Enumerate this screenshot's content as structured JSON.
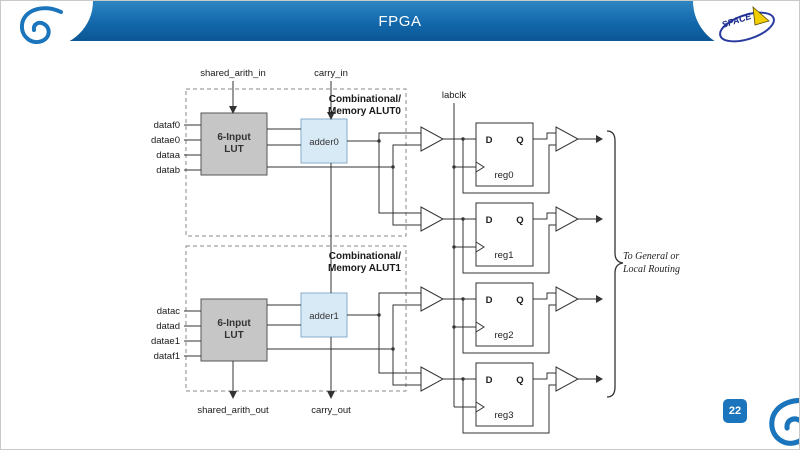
{
  "header": {
    "title": "FPGA"
  },
  "logos": {
    "space_label": "SPACE"
  },
  "footer": {
    "page_number": "22"
  },
  "colors": {
    "header_blue_top": "#2e85c3",
    "header_blue_bottom": "#0c5795",
    "accent_blue": "#1b75bc",
    "lut_fill": "#c6c6c6",
    "adder_fill": "#d9eaf7",
    "satellite_yellow": "#f2cf00"
  },
  "diagram": {
    "top_signals": {
      "shared_arith_in": "shared_arith_in",
      "carry_in": "carry_in",
      "labclk": "labclk"
    },
    "bottom_signals": {
      "shared_arith_out": "shared_arith_out",
      "carry_out": "carry_out"
    },
    "alut0": {
      "title_line1": "Combinational/",
      "title_line2": "Memory ALUT0",
      "lut_line1": "6-Input",
      "lut_line2": "LUT",
      "adder": "adder0",
      "inputs": [
        "dataf0",
        "datae0",
        "dataa",
        "datab"
      ]
    },
    "alut1": {
      "title_line1": "Combinational/",
      "title_line2": "Memory ALUT1",
      "lut_line1": "6-Input",
      "lut_line2": "LUT",
      "adder": "adder1",
      "inputs": [
        "datac",
        "datad",
        "datae1",
        "dataf1"
      ]
    },
    "registers": [
      {
        "d": "D",
        "q": "Q",
        "name": "reg0"
      },
      {
        "d": "D",
        "q": "Q",
        "name": "reg1"
      },
      {
        "d": "D",
        "q": "Q",
        "name": "reg2"
      },
      {
        "d": "D",
        "q": "Q",
        "name": "reg3"
      }
    ],
    "routing_label_line1": "To General or",
    "routing_label_line2": "Local Routing"
  }
}
